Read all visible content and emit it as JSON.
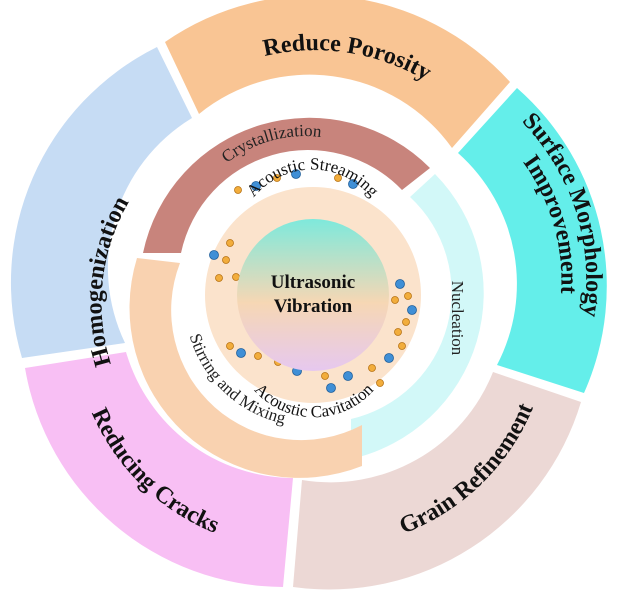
{
  "center": {
    "line1": "Ultrasonic",
    "line2": "Vibration"
  },
  "inner_ring": [
    {
      "label": "Acoustic Streaming"
    },
    {
      "label": "Acoustic Cavitation"
    }
  ],
  "middle_ring": [
    {
      "label": "Crystallization",
      "color": "#c8847c"
    },
    {
      "label": "Nucleation",
      "color": "#d2f8f8"
    },
    {
      "label": "Stirring and Mixing",
      "color": "#f9d2b0"
    }
  ],
  "outer_ring": [
    {
      "lines": [
        "Reduce Porosity"
      ],
      "color": "#f9c594"
    },
    {
      "lines": [
        "Surface Morphology",
        "Improvement"
      ],
      "color": "#64eeea"
    },
    {
      "lines": [
        "Grain Refinement"
      ],
      "color": "#ecd8d5"
    },
    {
      "lines": [
        "Reducing Cracks"
      ],
      "color": "#f8bff4"
    },
    {
      "lines": [
        "Homogenization"
      ],
      "color": "#c6dcf4"
    }
  ],
  "colors": {
    "inner_band": "#fbe3cc",
    "core_top": "#7ee9dc",
    "core_mid": "#f6d7b4",
    "core_bottom": "#e6c8ef",
    "bubble_orange": "#f2ad3c",
    "bubble_blue": "#3f8fd6"
  }
}
